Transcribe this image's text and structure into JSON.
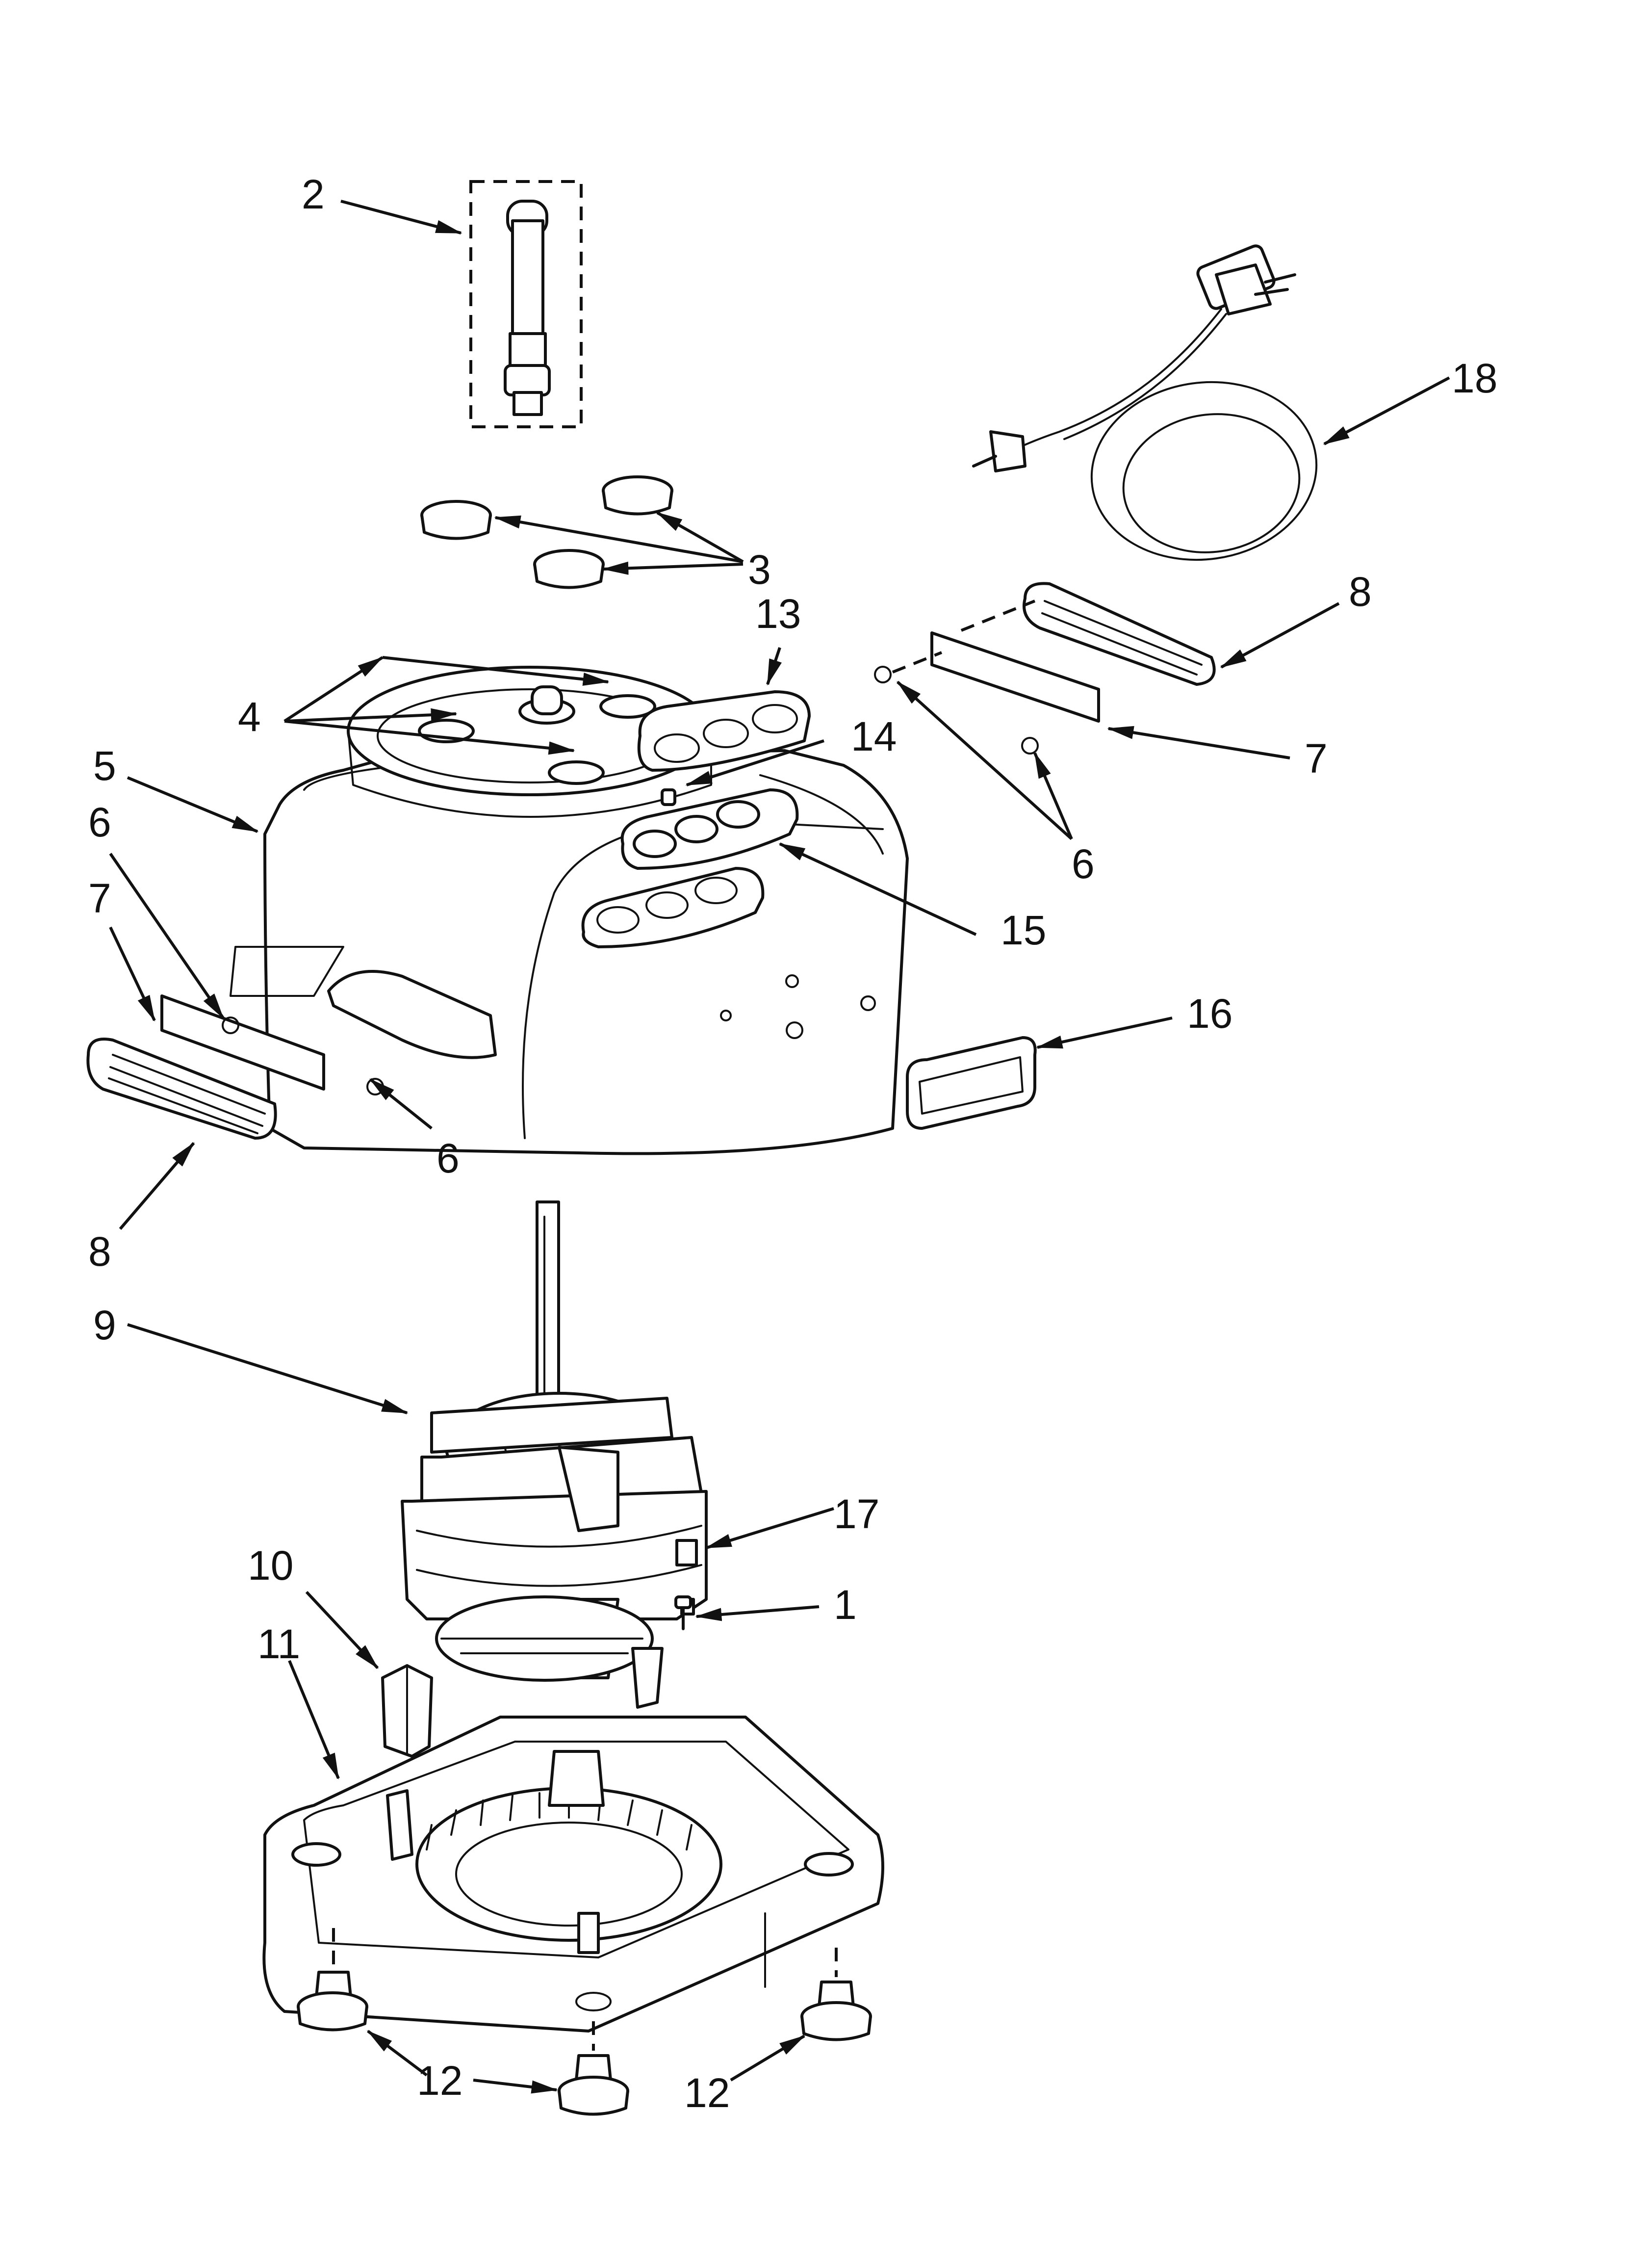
{
  "callouts": {
    "c1": "1",
    "c2": "2",
    "c3": "3",
    "c4": "4",
    "c5": "5",
    "c6a": "6",
    "c6b": "6",
    "c6c": "6",
    "c7a": "7",
    "c7b": "7",
    "c8a": "8",
    "c8b": "8",
    "c9": "9",
    "c10": "10",
    "c11": "11",
    "c12a": "12",
    "c12b": "12",
    "c13": "13",
    "c14": "14",
    "c15": "15",
    "c16": "16",
    "c17": "17",
    "c18": "18"
  },
  "icons": {
    "arrowhead": "arrowhead-icon"
  },
  "colors": {
    "ink": "#111111",
    "paper": "#ffffff"
  }
}
